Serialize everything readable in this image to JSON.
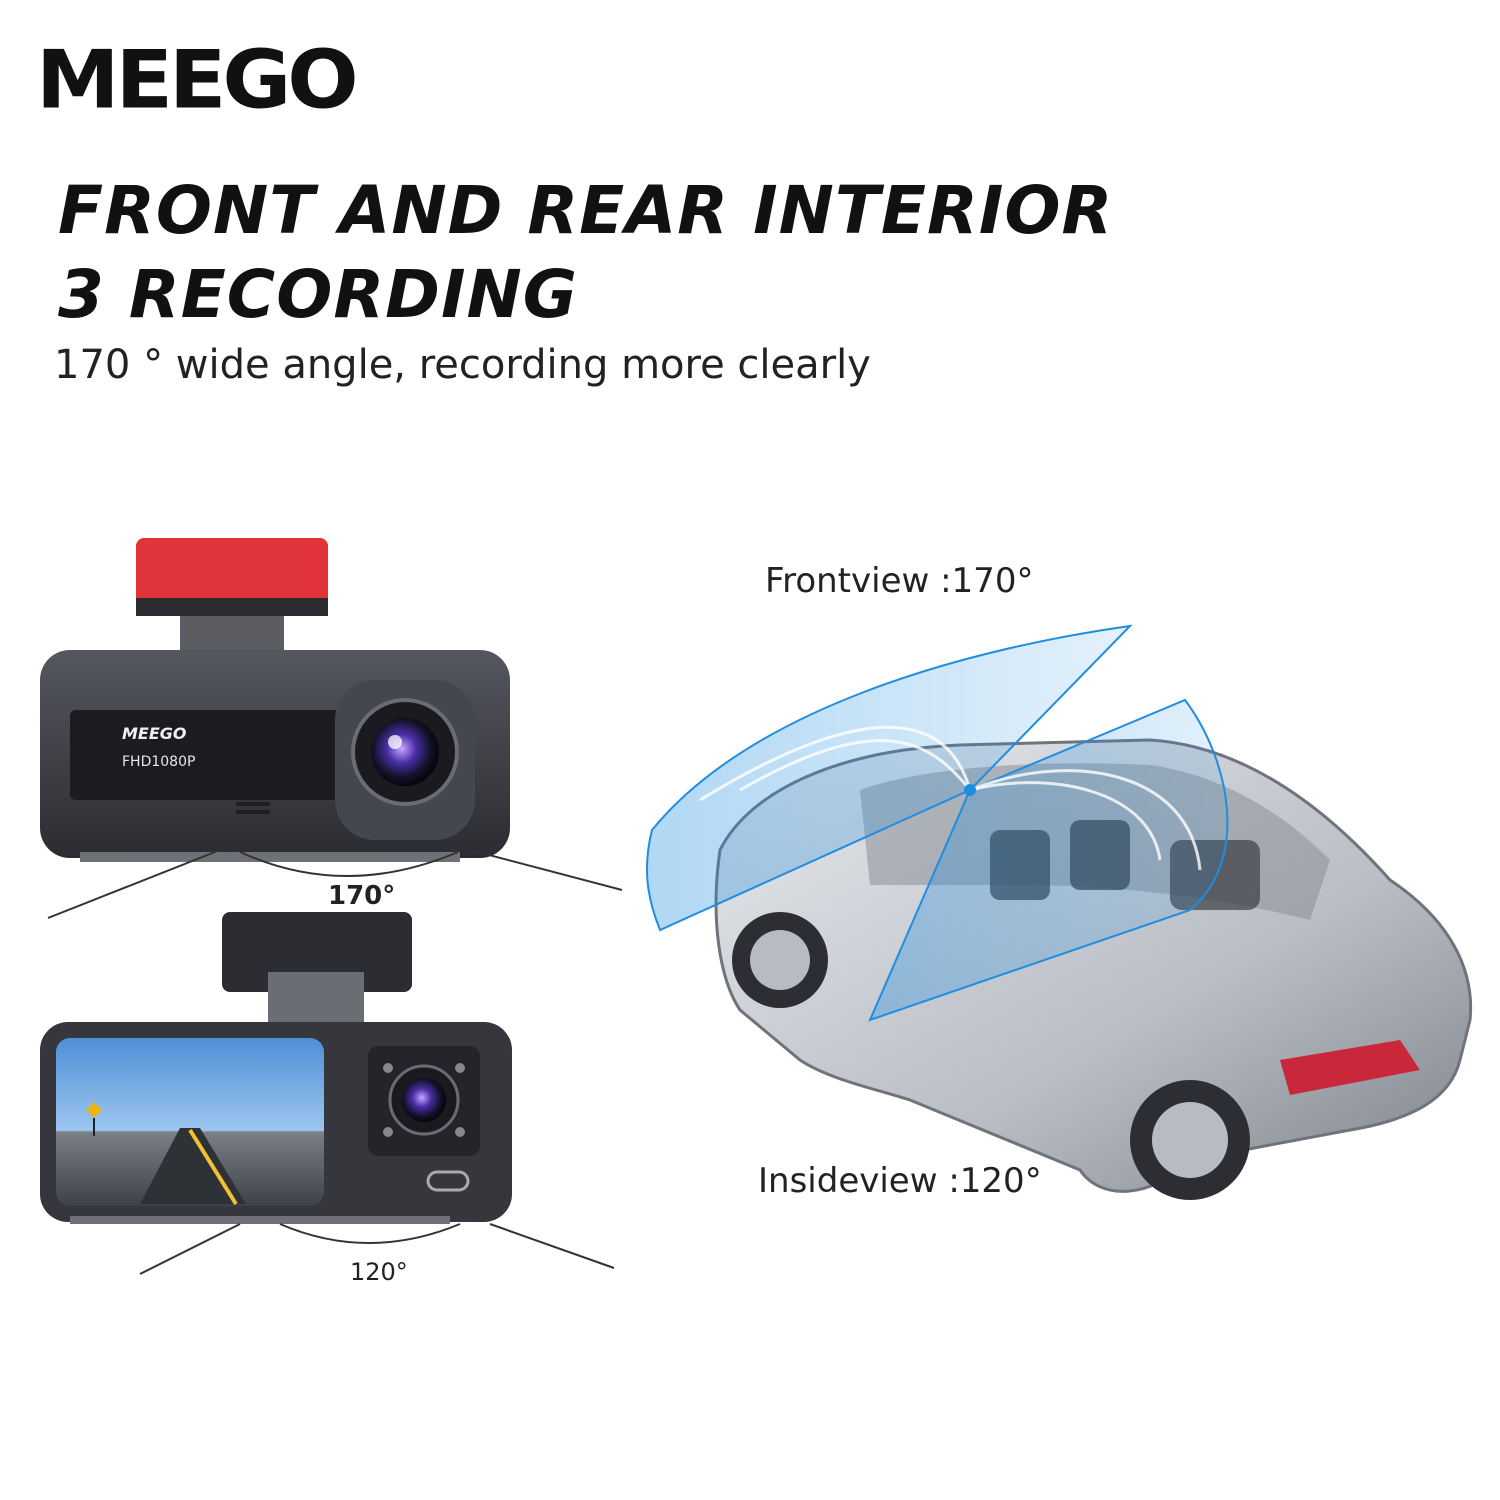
{
  "brand": {
    "logo_text": "MEEGO"
  },
  "headline": {
    "line1": "FRONT AND REAR INTERIOR",
    "line2": "3 RECORDING",
    "subtitle": "170 ° wide angle, recording more clearly"
  },
  "front_camera": {
    "brand_label": "MEEGO",
    "model_label": "FHD1080P",
    "angle_label": "170°"
  },
  "rear_camera": {
    "angle_label": "120°"
  },
  "car_diagram": {
    "front_view_label": "Frontview :170°",
    "inside_view_label": "Insideview :120°"
  },
  "colors": {
    "accent_red": "#e0343a",
    "camera_body": "#3c3e44",
    "fov_blue": "#1f8de0"
  }
}
